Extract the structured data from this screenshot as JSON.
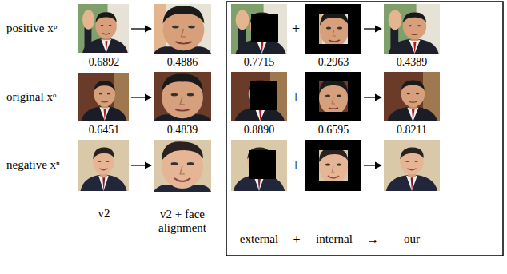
{
  "diagram": {
    "labels": [
      "positive xᵖ",
      "+",
      "0.6892",
      "0.4886",
      "0.7715",
      "0.2963",
      "0.4389",
      "original xᵒ",
      "+",
      "0.6451",
      "0.4839",
      "0.8890",
      "0.6595",
      "0.8211",
      "negative xⁿ",
      "+",
      "v2",
      "v2 + face alignment",
      "external",
      "+",
      "internal",
      "→",
      "our"
    ]
  }
}
